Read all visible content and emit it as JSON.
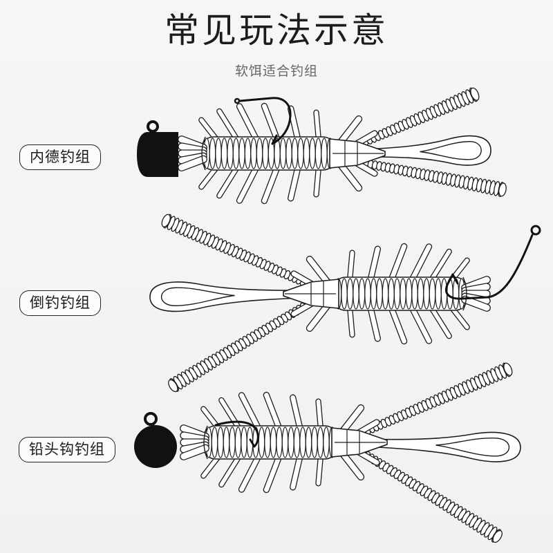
{
  "title": "常见玩法示意",
  "subtitle": "软饵适合钓组",
  "rigs": [
    {
      "label": "内德钓组"
    },
    {
      "label": "倒钓钓组"
    },
    {
      "label": "铅头钩钓组"
    }
  ],
  "colors": {
    "background": "#f4f4f4",
    "line": "#1c1c1c",
    "fill": "#ffffff",
    "weight": "#111111"
  }
}
